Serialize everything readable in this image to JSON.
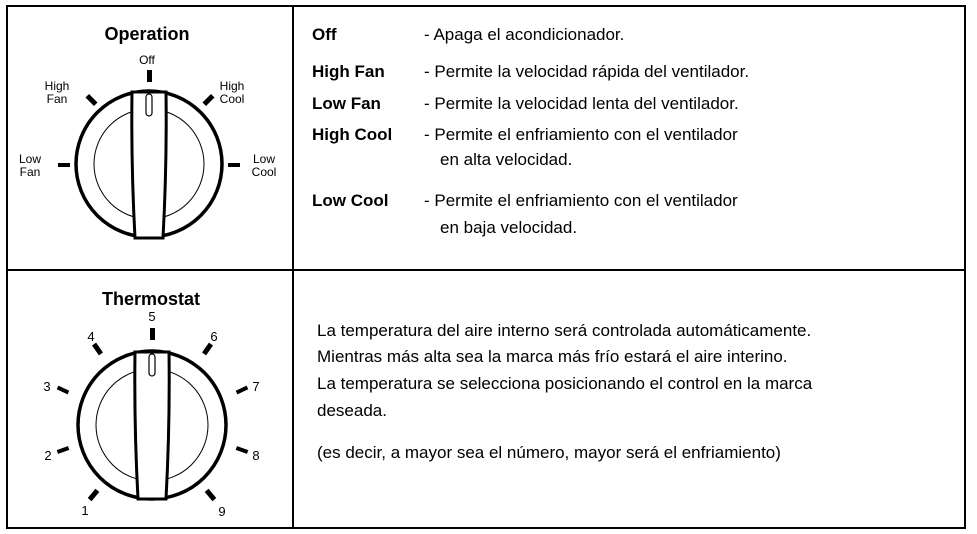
{
  "operation": {
    "title": "Operation",
    "dial_labels": {
      "off": "Off",
      "high_fan_1": "High",
      "high_fan_2": "Fan",
      "high_cool_1": "High",
      "high_cool_2": "Cool",
      "low_fan_1": "Low",
      "low_fan_2": "Fan",
      "low_cool_1": "Low",
      "low_cool_2": "Cool"
    },
    "items": [
      {
        "term": "Off",
        "desc": "- Apaga el acondicionador."
      },
      {
        "term": "High Fan",
        "desc": "- Permite la velocidad rápida del ventilador."
      },
      {
        "term": "Low Fan",
        "desc": "- Permite la velocidad lenta del ventilador."
      },
      {
        "term": "High Cool",
        "desc": "- Permite el enfriamiento con el ventilador",
        "cont": "en alta velocidad."
      },
      {
        "term": "Low Cool",
        "desc": "- Permite el enfriamiento con el ventilador",
        "cont": "en baja velocidad."
      }
    ]
  },
  "thermostat": {
    "title": "Thermostat",
    "dial_numbers": [
      "1",
      "2",
      "3",
      "4",
      "5",
      "6",
      "7",
      "8",
      "9"
    ],
    "lines": [
      "La temperatura del aire interno será controlada automáticamente.",
      "Mientras más alta sea la marca más frío estará el aire interino.",
      "La temperatura se selecciona posicionando el control en la marca",
      "deseada."
    ],
    "note": "(es decir, a mayor sea el número, mayor será el enfriamiento)"
  }
}
